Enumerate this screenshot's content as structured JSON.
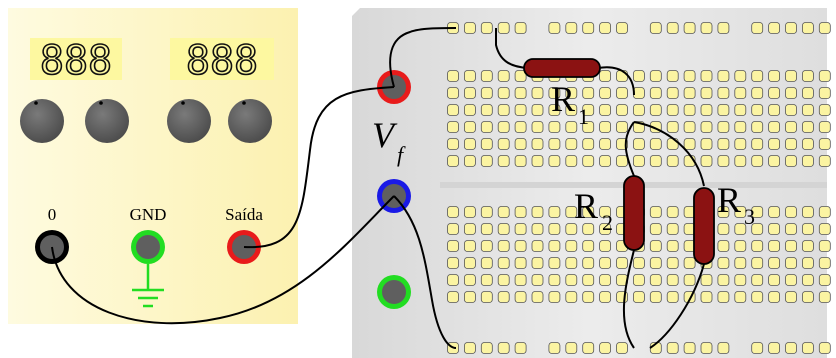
{
  "displays": [
    "888",
    "888"
  ],
  "terminals": {
    "zero": "0",
    "gnd": "GND",
    "output": "Saída"
  },
  "source_label": {
    "main": "V",
    "sub": "f"
  },
  "resistors": [
    {
      "main": "R",
      "sub": "1"
    },
    {
      "main": "R",
      "sub": "2"
    },
    {
      "main": "R",
      "sub": "3"
    }
  ],
  "colors": {
    "panel": "#fdf8c8",
    "lcd": "#fdf8a0",
    "breadboard": "#e6e6e6",
    "hole": "#fbf4a2",
    "resistor": "#8b1212",
    "knob": "#5f5f5f",
    "jack_black": "#000000",
    "jack_green": "#22dd22",
    "jack_red": "#e81b1b",
    "jack_blue": "#1a1ae6"
  }
}
